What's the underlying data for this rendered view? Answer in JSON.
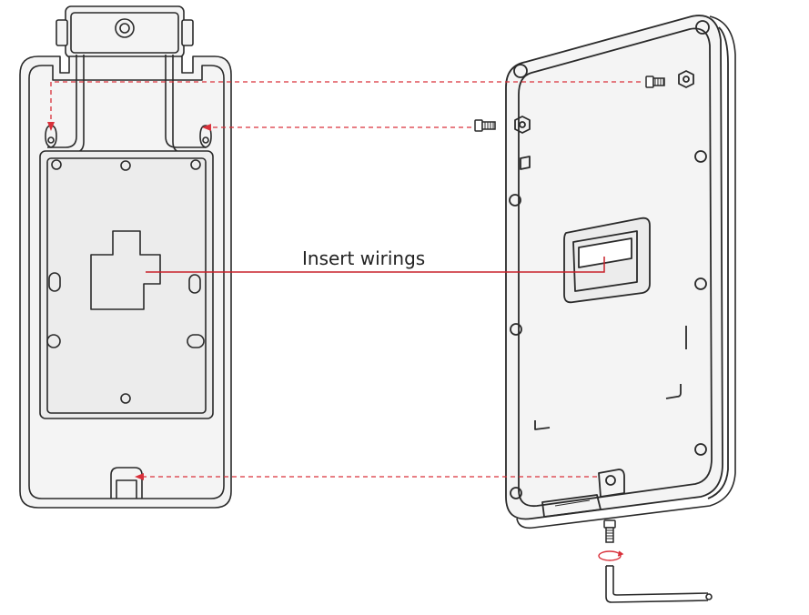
{
  "callout": {
    "text": "Insert wirings"
  },
  "colors": {
    "outline": "#2a2a2a",
    "plate_fill": "#f4f4f4",
    "panel_fill": "#ececec",
    "guide_line": "#d9303a",
    "leader_line": "#c8202a"
  },
  "parts": {
    "mounting_plate": "mounting-plate",
    "device_back": "device-back",
    "screws": "screw",
    "hex_key": "hex-key",
    "rotation_arrow": "rotate-icon"
  }
}
